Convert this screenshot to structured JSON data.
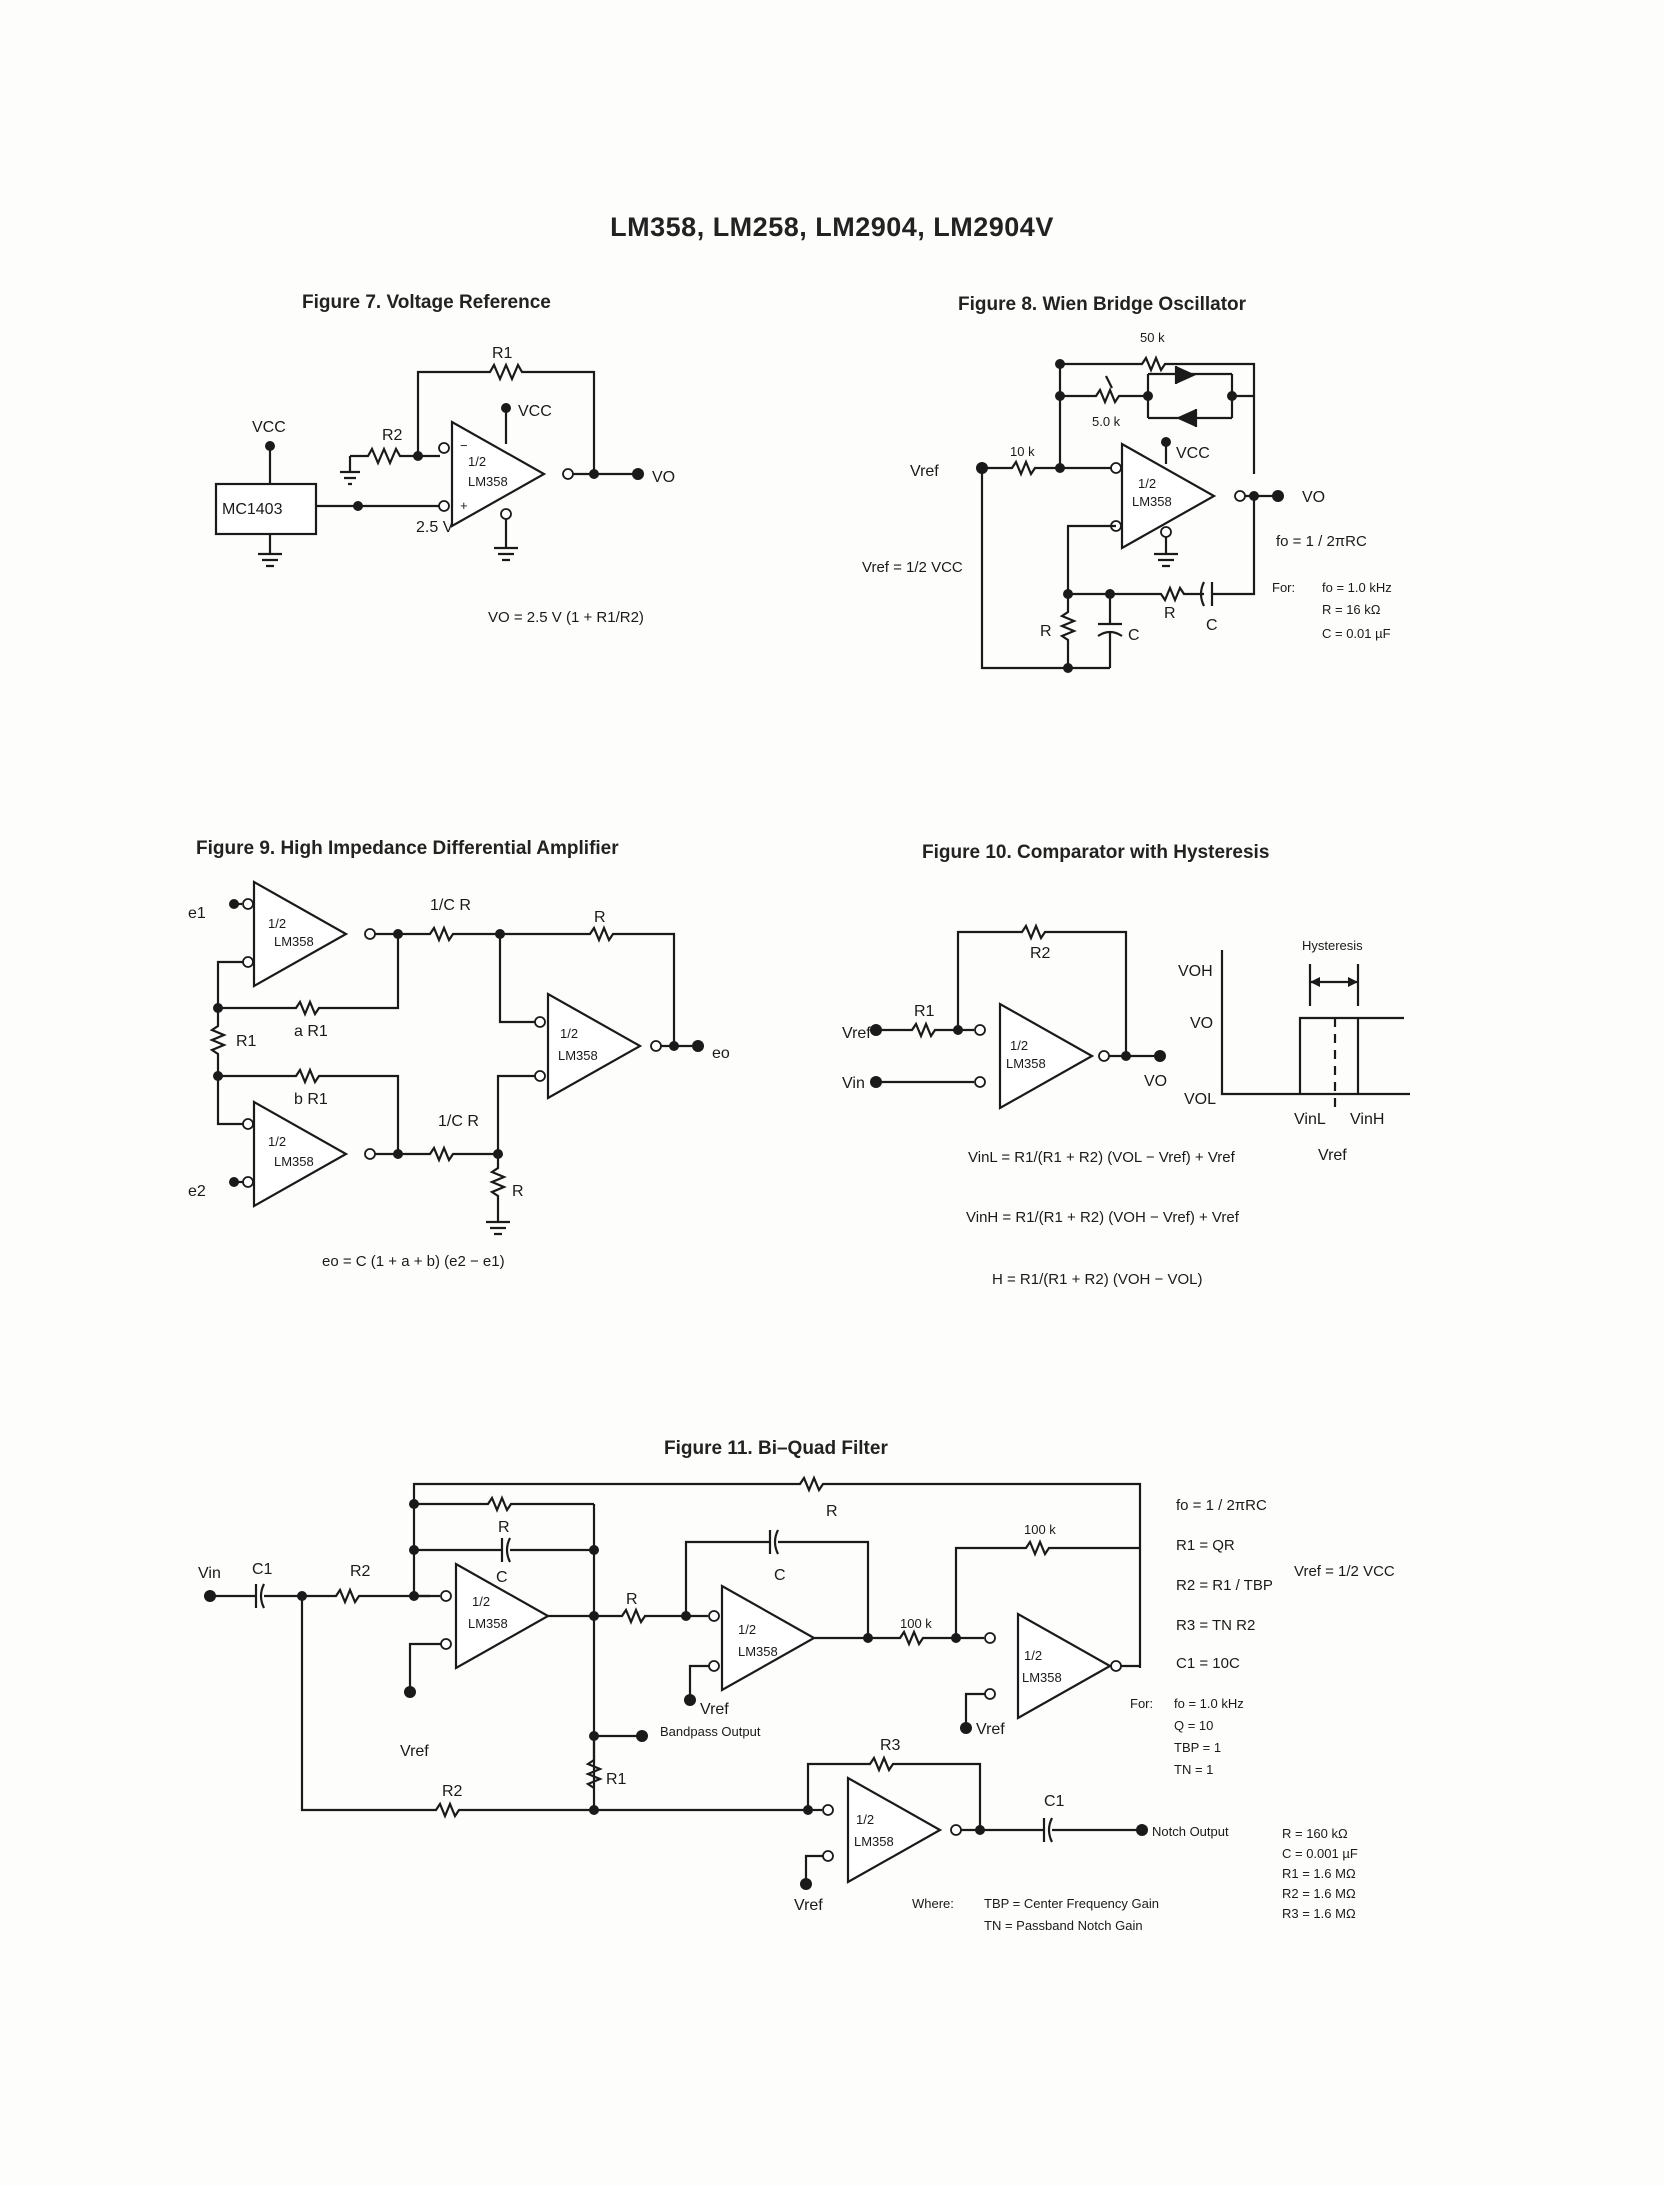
{
  "header": {
    "title": "LM358, LM258, LM2904, LM2904V"
  },
  "figures": {
    "fig7": {
      "caption": "Figure 7. Voltage Reference",
      "labels": {
        "vcc": "VCC",
        "vcc2": "VCC",
        "r1": "R1",
        "r2": "R2",
        "ic": "MC1403",
        "vref": "2.5 V",
        "vo": "VO",
        "half": "1/2",
        "part": "LM358",
        "minus": "−",
        "plus": "+"
      },
      "formula": "VO = 2.5 V (1 + R1/R2)"
    },
    "fig8": {
      "caption": "Figure 8. Wien Bridge Oscillator",
      "labels": {
        "r50k": "50 k",
        "r5k": "5.0 k",
        "r10k": "10 k",
        "vcc": "VCC",
        "vref": "Vref",
        "vo": "VO",
        "half": "1/2",
        "part": "LM358",
        "r": "R",
        "c": "C",
        "r_b": "R",
        "c_b": "C",
        "vrefeq": "Vref = 1/2 VCC"
      },
      "fo_formula": "fo = 1 / 2πRC",
      "for_label": "For:",
      "values": [
        "fo = 1.0 kHz",
        "R = 16 kΩ",
        "C = 0.01 µF"
      ]
    },
    "fig9": {
      "caption": "Figure 9. High Impedance Differential Amplifier",
      "labels": {
        "e1": "e1",
        "e2": "e2",
        "eo": "eo",
        "r1": "R1",
        "ar1": "a R1",
        "br1": "b R1",
        "r1c": "1/C R",
        "r2c": "1/C R",
        "r": "R",
        "r_gnd": "R",
        "half": "1/2",
        "part": "LM358"
      },
      "formula": "eo = C (1 + a + b) (e2 − e1)"
    },
    "fig10": {
      "caption": "Figure 10. Comparator with Hysteresis",
      "labels": {
        "r1": "R1",
        "r2": "R2",
        "vref": "Vref",
        "vin": "Vin",
        "vo": "VO",
        "half": "1/2",
        "part": "LM358",
        "voh": "VOH",
        "vol": "VOL",
        "vo_axis": "VO",
        "hyst": "Hysteresis",
        "vinl": "VinL",
        "vinh": "VinH",
        "vref_axis": "Vref"
      },
      "formulas": [
        "VinL = R1/(R1 + R2) (VOL − Vref) + Vref",
        "VinH = R1/(R1 + R2) (VOH − Vref) + Vref",
        "H = R1/(R1 + R2) (VOH − VOL)"
      ]
    },
    "fig11": {
      "caption": "Figure 11. Bi–Quad Filter",
      "labels": {
        "vin": "Vin",
        "c1": "C1",
        "r2": "R2",
        "r": "R",
        "c": "C",
        "r_top": "R",
        "r_mid": "R",
        "c_mid": "C",
        "r100k_a": "100 k",
        "r100k_b": "100 k",
        "r1": "R1",
        "r3": "R3",
        "r2b": "R2",
        "c1b": "C1",
        "bandpass": "Bandpass Output",
        "notch": "Notch Output",
        "vref": "Vref",
        "half": "1/2",
        "part": "LM358"
      },
      "design": [
        "fo = 1 / 2πRC",
        "R1 = QR",
        "R2 = R1 / TBP",
        "R3 = TN R2",
        "C1 = 10C"
      ],
      "vrefeq": "Vref = 1/2 VCC",
      "for_label": "For:",
      "for_values": [
        "fo = 1.0 kHz",
        "Q = 10",
        "TBP = 1",
        "TN = 1"
      ],
      "components": [
        "R = 160 kΩ",
        "C = 0.001 µF",
        "R1 = 1.6 MΩ",
        "R2 = 1.6 MΩ",
        "R3 = 1.6 MΩ"
      ],
      "where_label": "Where:",
      "where": [
        "TBP = Center Frequency Gain",
        "TN = Passband Notch Gain"
      ]
    }
  }
}
